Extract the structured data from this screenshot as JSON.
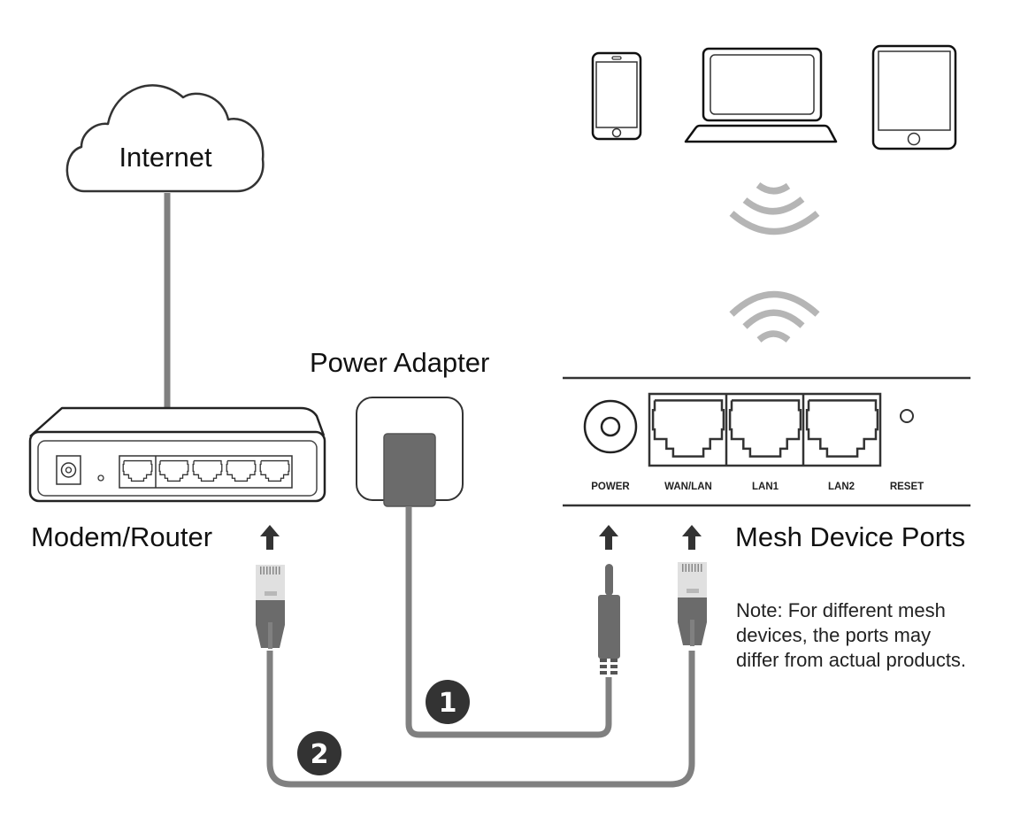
{
  "title": "Mesh device connection diagram",
  "nodes": {
    "internet": {
      "label": "Internet"
    },
    "modem_router": {
      "label": "Modem/Router",
      "lan_port_count": 4,
      "wan_port_count": 1
    },
    "power_adapter": {
      "label": "Power Adapter"
    },
    "mesh_device": {
      "label": "Mesh Device Ports",
      "ports": [
        "POWER",
        "WAN/LAN",
        "LAN1",
        "LAN2",
        "RESET"
      ]
    },
    "clients": [
      {
        "name": "smartphone",
        "icon": "smartphone-icon"
      },
      {
        "name": "laptop",
        "icon": "laptop-icon"
      },
      {
        "name": "tablet",
        "icon": "tablet-icon"
      }
    ]
  },
  "steps": [
    {
      "number": "1",
      "description": "Connect power adapter to POWER port"
    },
    {
      "number": "2",
      "description": "Connect Ethernet cable from modem/router to WAN/LAN port"
    }
  ],
  "note": {
    "lines": [
      "Note: For different mesh",
      "devices, the ports may",
      "differ from actual products."
    ]
  },
  "colors": {
    "cable": "#808080",
    "outline": "#222222",
    "plug_dark": "#6b6b6b",
    "plug_light": "#e0e0e0",
    "wifi": "#b5b5b5",
    "badge": "#333333",
    "arrow": "#333333"
  }
}
